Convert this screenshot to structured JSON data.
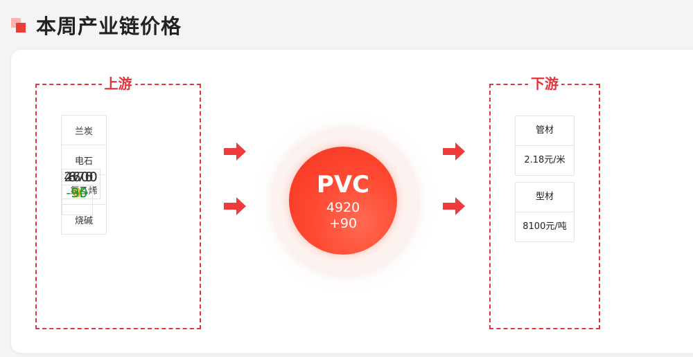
{
  "header": {
    "title": "本周产业链价格"
  },
  "upstream": {
    "label": "上游",
    "rows": [
      {
        "name": "兰炭",
        "price": "675",
        "change": "-35",
        "change_color": "#1a9a2a"
      },
      {
        "name": "电石",
        "price": "2700",
        "change": "0",
        "change_color": "#e6a500"
      },
      {
        "name": "氯乙烯",
        "price": "4600",
        "change": "0",
        "change_color": "#e6a500"
      },
      {
        "name": "烧碱",
        "price": "870",
        "change": "-90",
        "change_color": "#1a9a2a"
      }
    ]
  },
  "center": {
    "product": "PVC",
    "price": "4920",
    "change": "+90"
  },
  "downstream": {
    "label": "下游",
    "items": [
      {
        "name": "管材",
        "price": "2.18元/米"
      },
      {
        "name": "型材",
        "price": "8100元/吨"
      }
    ]
  },
  "colors": {
    "accent": "#e2343a",
    "arrow": "#ef3b3a",
    "circle": "#ff4a33",
    "decrease": "#1a9a2a",
    "flat": "#e6a500"
  },
  "icons": {
    "title": "stacked-squares-icon",
    "arrow": "right-arrow-icon"
  }
}
